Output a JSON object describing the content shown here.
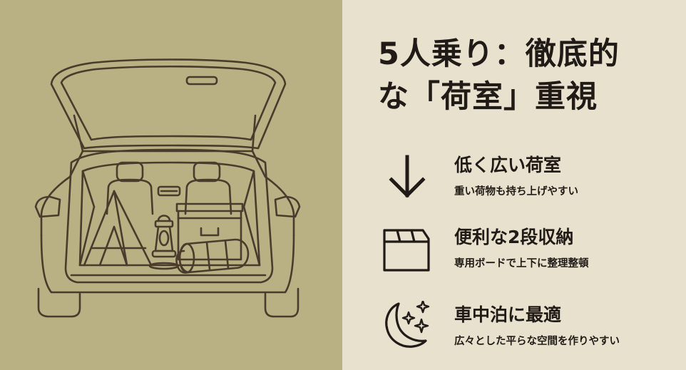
{
  "colors": {
    "left_background": "#b9b084",
    "right_background": "#e7e1ce",
    "line_art": "#4a3b2c",
    "text": "#201b16"
  },
  "illustration": {
    "subject": "car-open-hatchback-cargo-icon"
  },
  "headline": {
    "line1": "5人乗り：徹底的",
    "line2": "な「荷室」重視"
  },
  "features": [
    {
      "icon": "arrow-down-icon",
      "title": "低く広い荷室",
      "desc": "重い荷物も持ち上げやすい"
    },
    {
      "icon": "storage-box-icon",
      "title": "便利な2段収納",
      "desc": "専用ボードで上下に整理整頓"
    },
    {
      "icon": "crescent-moon-sparkle-icon",
      "title": "車中泊に最適",
      "desc": "広々とした平らな空間を作りやすい"
    }
  ]
}
